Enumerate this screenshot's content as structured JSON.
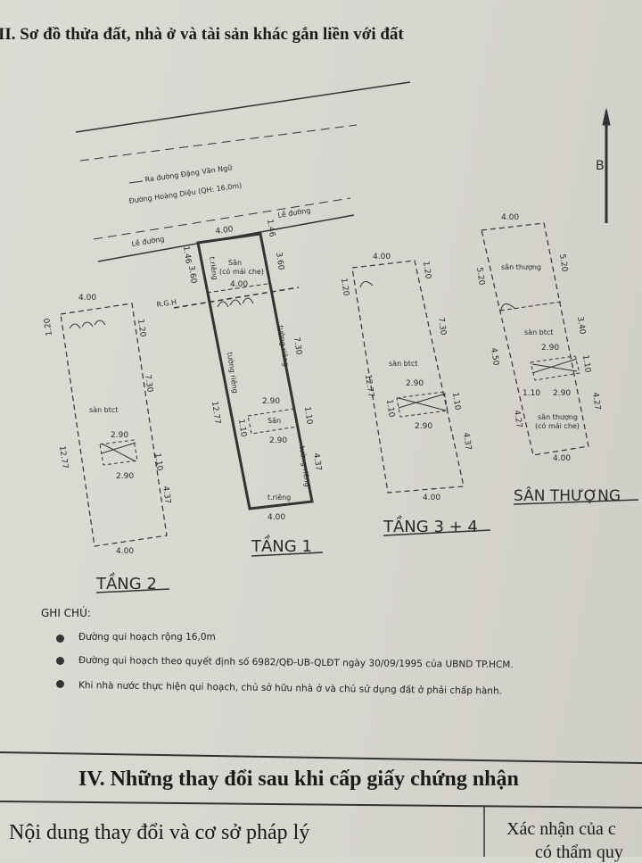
{
  "section_iii_title": "II. Sơ đồ thửa đất, nhà ở và tài sản khác gắn liền với đất",
  "north_label": "B",
  "road": {
    "direction": "Ra đường Đặng Văn Ngữ",
    "name": "Đường Hoàng Diệu (QH: 16,0m)",
    "sidewalk_left": "Lề đường",
    "sidewalk_right": "Lề đường",
    "rgh": "R.G.H"
  },
  "plans": {
    "tang2": {
      "title": "TẦNG 2",
      "width": "4.00",
      "front": "1.20",
      "mid": "7.30",
      "total": "12.77",
      "stair_w": "2.90",
      "stair_h": "1.10",
      "rear": "4.37",
      "room": "sàn btct"
    },
    "tang1": {
      "title": "TẦNG 1",
      "width": "4.00",
      "setback": "1.46",
      "front": "3.60",
      "mid": "7.30",
      "total": "12.77",
      "stair_w": "2.90",
      "stair_h": "1.10",
      "rear": "4.37",
      "yard": "Sân",
      "yard_cover": "(có mái che)",
      "private": "t.riêng",
      "wall": "tường riêng",
      "court": "Sân"
    },
    "tang34": {
      "title": "TẦNG 3 + 4",
      "width": "4.00",
      "front": "1.20",
      "mid": "7.30",
      "total": "12.77",
      "stair_w": "2.90",
      "stair_h": "1.10",
      "rear": "4.37",
      "room": "sàn btct"
    },
    "santhuong": {
      "title": "SÂN THƯỢNG",
      "width": "4.00",
      "front": "5.20",
      "mid": "3.40",
      "left_mid": "4.50",
      "stair_w": "2.90",
      "stair_h": "1.10",
      "rear": "4.27",
      "room_top": "sân thượng",
      "room_mid": "sàn btct",
      "room_bottom": "sân thượng",
      "room_bottom_cover": "(có mái che)"
    }
  },
  "notes": {
    "title": "GHI CHÚ:",
    "items": [
      "Đường qui hoạch rộng 16,0m",
      "Đường qui hoạch theo quyết định số 6982/QĐ-UB-QLĐT ngày 30/09/1995 của UBND TP.HCM.",
      "Khi nhà nước thực hiện qui hoạch, chủ sở hữu nhà ở và chủ sử dụng đất ở phải chấp hành."
    ]
  },
  "section_iv": {
    "title": "IV. Những thay đổi sau khi cấp giấy chứng nhận",
    "col1": "Nội dung thay đổi và cơ sở pháp lý",
    "col2": "Xác nhận của c",
    "col2_line2": "có thẩm quy"
  }
}
